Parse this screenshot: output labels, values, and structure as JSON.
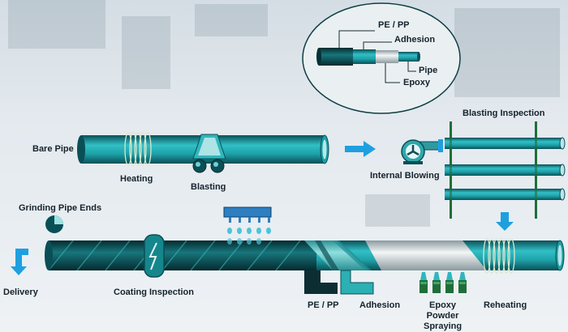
{
  "labels": {
    "pe_pp_top": "PE / PP",
    "adhesion_top": "Adhesion",
    "pipe": "Pipe",
    "epoxy": "Epoxy",
    "bare_pipe": "Bare Pipe",
    "heating": "Heating",
    "blasting": "Blasting",
    "internal_blowing": "Internal Blowing",
    "blasting_inspection": "Blasting Inspection",
    "grinding_pipe_ends": "Grinding Pipe Ends",
    "delivery": "Delivery",
    "coating_inspection": "Coating Inspection",
    "pe_pp_bottom": "PE / PP",
    "adhesion_bottom": "Adhesion",
    "epoxy_powder_spraying": "Epoxy\nPowder\nSpraying",
    "reheating": "Reheating"
  },
  "colors": {
    "pipe_teal": "#22a6ad",
    "pipe_dark": "#0c5158",
    "background": "#e3e9ee",
    "arrow_blue": "#1ea0e0",
    "rack_green": "#1f6e3a",
    "spray_blue": "#2d7fc1"
  }
}
